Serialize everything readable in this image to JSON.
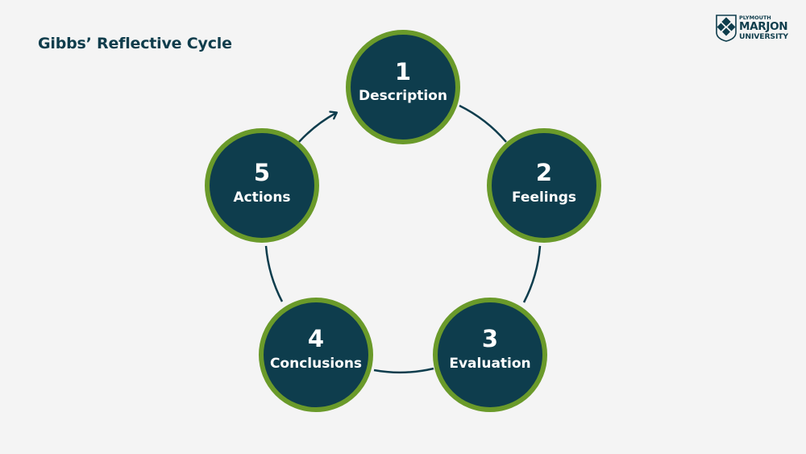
{
  "title": "Gibbs’ Reflective Cycle",
  "logo": {
    "line1": "PLYMOUTH",
    "line2": "MARJON",
    "line3": "UNIVERSITY"
  },
  "colors": {
    "fill": "#0e3d4d",
    "ring": "#6a9a2a",
    "connector": "#0e3d4d",
    "text": "#0f3d4c"
  },
  "stages": [
    {
      "number": "1",
      "label": "Description"
    },
    {
      "number": "2",
      "label": "Feelings"
    },
    {
      "number": "3",
      "label": "Evaluation"
    },
    {
      "number": "4",
      "label": "Conclusions"
    },
    {
      "number": "5",
      "label": "Actions"
    }
  ]
}
